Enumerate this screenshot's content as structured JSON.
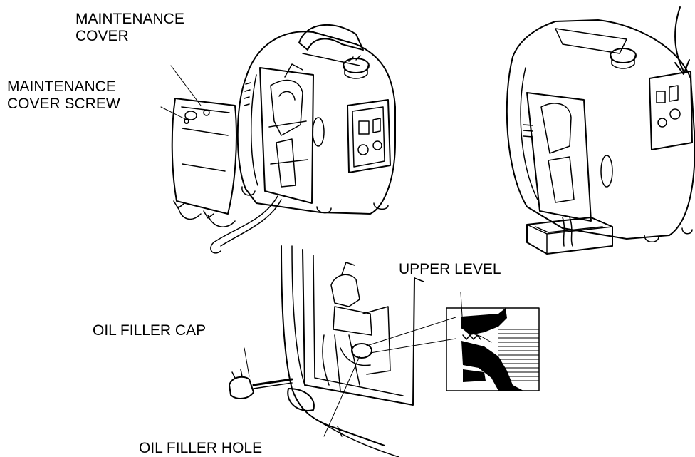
{
  "labels": {
    "maintenance_cover_line1": "MAINTENANCE",
    "maintenance_cover_line2": "COVER",
    "cover_screw_line1": "MAINTENANCE",
    "cover_screw_line2": "COVER SCREW",
    "upper_level": "UPPER LEVEL",
    "oil_filler_cap": "OIL FILLER CAP",
    "oil_filler_hole": "OIL FILLER HOLE"
  },
  "colors": {
    "ink": "#000000",
    "paper": "#ffffff"
  }
}
